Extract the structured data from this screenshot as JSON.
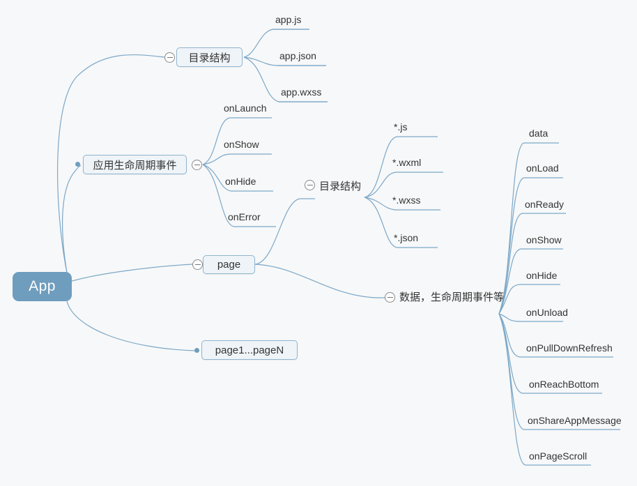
{
  "diagram": {
    "type": "mindmap",
    "background_color": "#f7f8f9",
    "root": {
      "label": "App",
      "fill_color": "#6f9dbd",
      "text_color": "#ffffff"
    },
    "branch_color": "#7ba7c7",
    "node_box_fill": "#eff4f8",
    "node_box_border": "#8fb4cf",
    "nodes": {
      "dir_structure_app": "目录结构",
      "app_lifecycle": "应用生命周期事件",
      "page": "page",
      "page_range": "page1...pageN",
      "dir_structure_page": "目录结构",
      "data_lifecycle": "数据，生命周期事件等"
    },
    "app_files": [
      {
        "label": "app.js"
      },
      {
        "label": "app.json"
      },
      {
        "label": "app.wxss"
      }
    ],
    "app_lifecycle_events": [
      {
        "label": "onLaunch"
      },
      {
        "label": "onShow"
      },
      {
        "label": "onHide"
      },
      {
        "label": "onError"
      }
    ],
    "page_files": [
      {
        "label": "*.js"
      },
      {
        "label": "*.wxml"
      },
      {
        "label": "*.wxss"
      },
      {
        "label": "*.json"
      }
    ],
    "page_members": [
      {
        "label": "data"
      },
      {
        "label": "onLoad"
      },
      {
        "label": "onReady"
      },
      {
        "label": "onShow"
      },
      {
        "label": "onHide"
      },
      {
        "label": "onUnload"
      },
      {
        "label": "onPullDownRefresh"
      },
      {
        "label": "onReachBottom"
      },
      {
        "label": "onShareAppMessage"
      },
      {
        "label": "onPageScroll"
      }
    ]
  }
}
